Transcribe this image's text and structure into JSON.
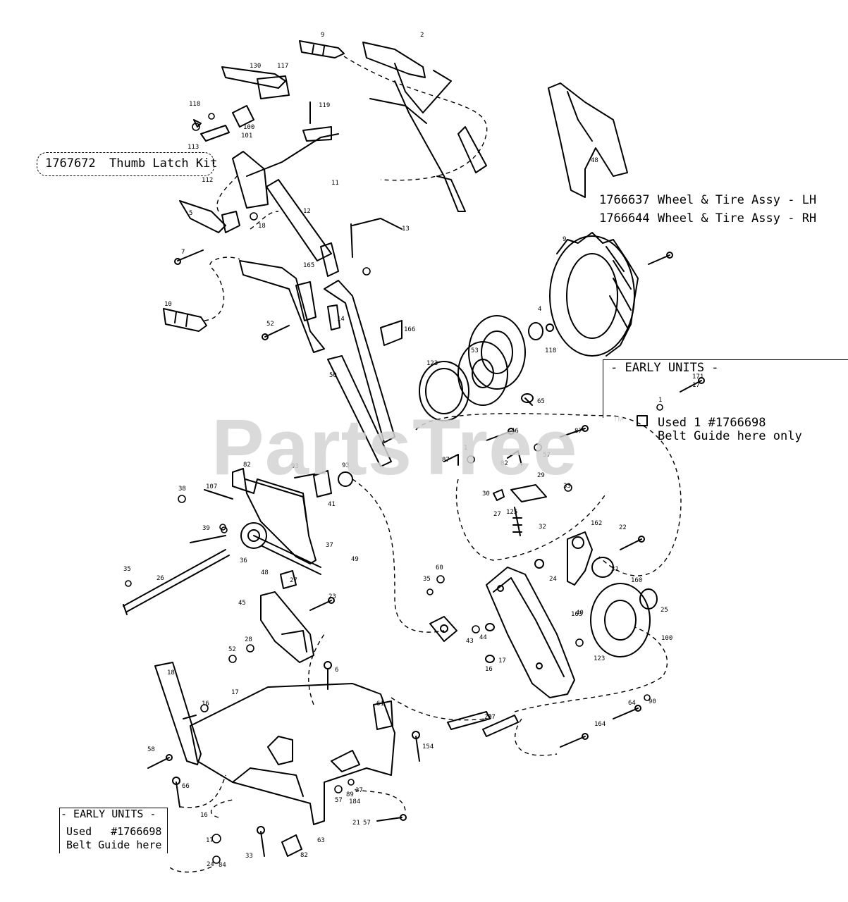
{
  "watermark": "PartsTree",
  "watermark_tm": "TM",
  "kits": [
    {
      "number": "1767672",
      "name": "Thumb Latch Kit"
    }
  ],
  "wheel_assemblies": [
    {
      "number": "1766637",
      "name": "Wheel & Tire Assy - LH"
    },
    {
      "number": "1766644",
      "name": "Wheel & Tire Assy - RH"
    }
  ],
  "early_units_right": {
    "title": "- EARLY UNITS -",
    "line1": "Used 1 #1766698",
    "line2": "Belt Guide here only"
  },
  "early_units_left": {
    "title": "- EARLY UNITS -",
    "line1": "Used   #1766698",
    "line2": "Belt Guide here"
  },
  "callouts": [
    "9",
    "130",
    "117",
    "2",
    "119",
    "118",
    "100",
    "101",
    "113",
    "48",
    "11",
    "112",
    "5",
    "18",
    "12",
    "13",
    "7",
    "165",
    "10",
    "9",
    "14",
    "52",
    "166",
    "4",
    "118",
    "53",
    "123",
    "50",
    "65",
    "1",
    "171",
    "17",
    "46",
    "87",
    "1",
    "57",
    "87",
    "82",
    "82",
    "93",
    "93",
    "29",
    "30",
    "33",
    "107",
    "38",
    "41",
    "27",
    "125",
    "32",
    "39",
    "37",
    "162",
    "31",
    "27",
    "36",
    "48",
    "49",
    "35",
    "26",
    "24",
    "160",
    "35",
    "60",
    "22",
    "23",
    "45",
    "163",
    "43",
    "44",
    "40",
    "25",
    "28",
    "52",
    "16",
    "17",
    "100",
    "123",
    "6",
    "18",
    "16",
    "17",
    "58",
    "61",
    "20",
    "89",
    "27",
    "154",
    "164",
    "17",
    "66",
    "64",
    "57",
    "90",
    "57",
    "16",
    "17",
    "63",
    "33",
    "82",
    "24",
    "84",
    "184",
    "21"
  ]
}
